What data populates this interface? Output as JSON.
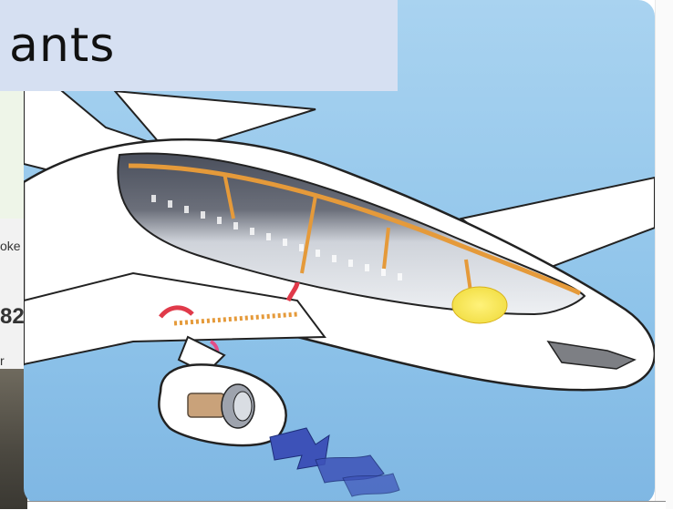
{
  "slide": {
    "title_fragment": "ants"
  },
  "background_fragments": {
    "line1": "oke",
    "line2": "82",
    "line3": "r"
  },
  "illustration": {
    "subject": "aircraft-air-supply-cutaway",
    "arrow_color": "#3d52b8",
    "duct_color": "#e59a3a",
    "sky_color": "#8fc6ea"
  }
}
